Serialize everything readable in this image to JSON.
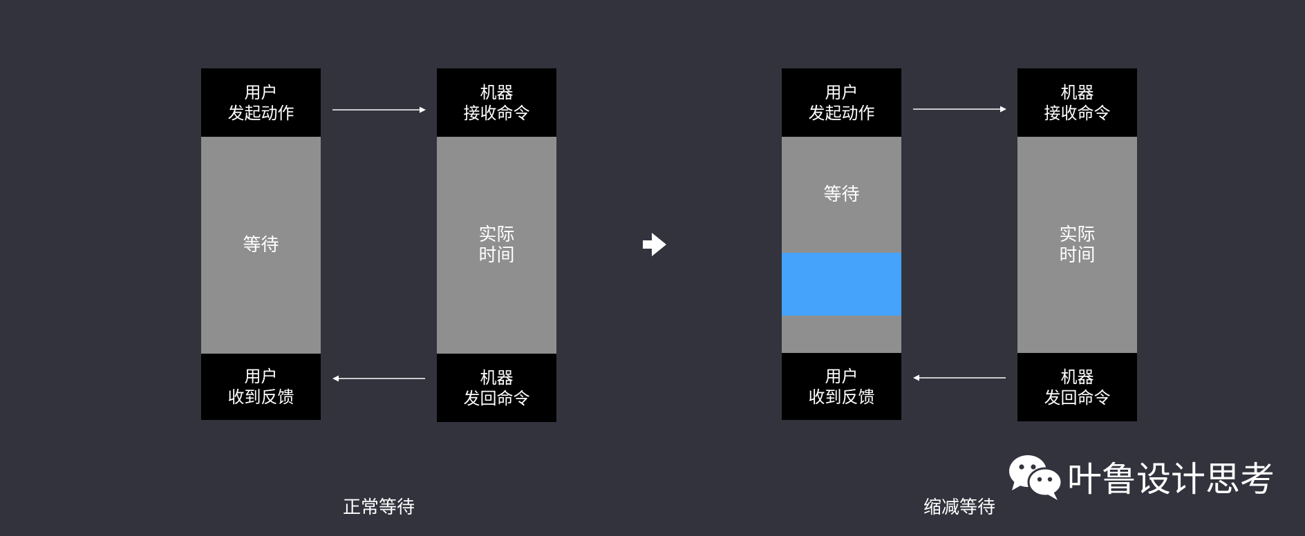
{
  "colors": {
    "background": "#33333e",
    "black_block": "#000000",
    "gray_block": "#8f8f8f",
    "highlight_blue": "#45a3fb",
    "text": "#ffffff"
  },
  "left_diagram": {
    "user_action": "用户\n发起动作",
    "machine_receive": "机器\n接收命令",
    "user_wait": "等待",
    "machine_actual": "实际\n时间",
    "user_feedback": "用户\n收到反馈",
    "machine_return": "机器\n发回命令",
    "caption": "正常等待"
  },
  "right_diagram": {
    "user_action": "用户\n发起动作",
    "machine_receive": "机器\n接收命令",
    "user_wait": "等待",
    "machine_actual": "实际\n时间",
    "user_feedback": "用户\n收到反馈",
    "machine_return": "机器\n发回命令",
    "caption": "缩减等待"
  },
  "brand": {
    "icon": "wechat-icon",
    "name": "叶鲁设计思考"
  }
}
